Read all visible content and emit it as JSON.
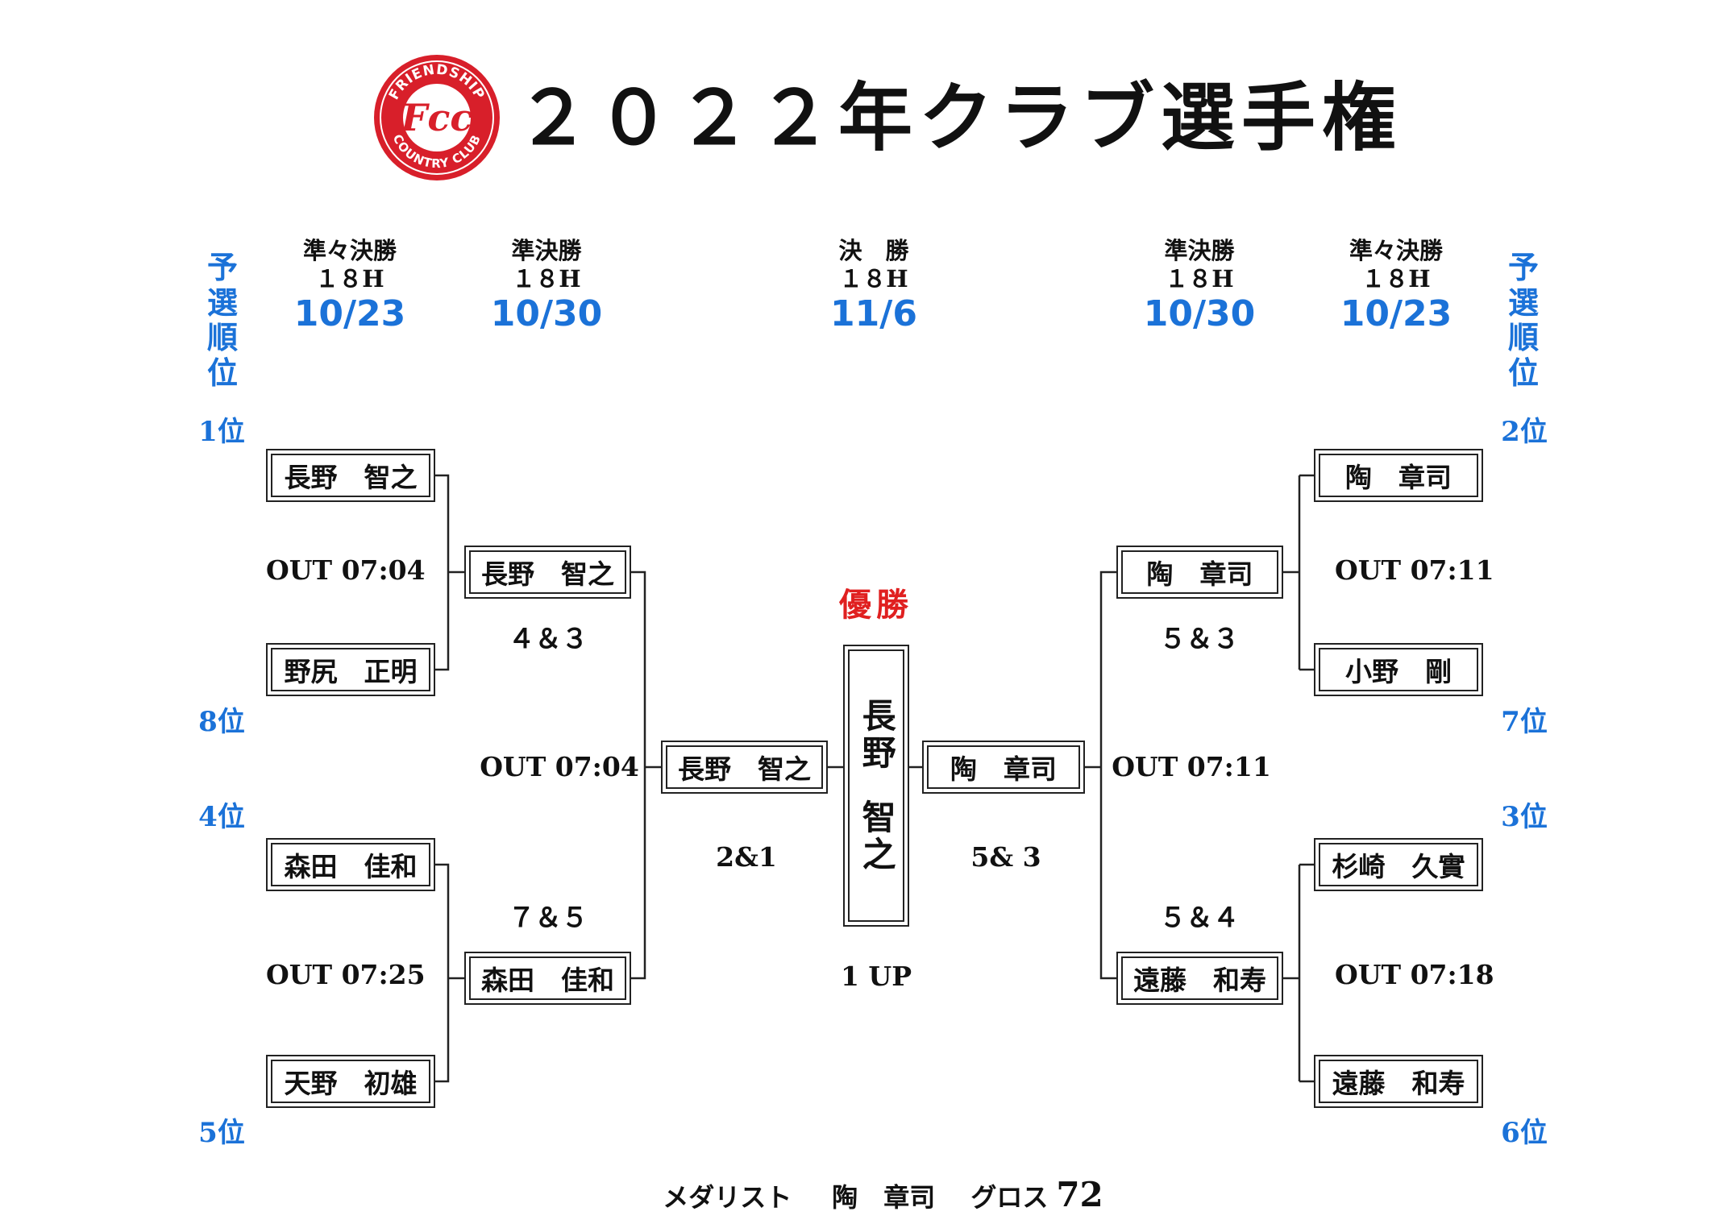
{
  "header": {
    "title": "２０２２年クラブ選手権",
    "logo_text": "FRIENDSHIP COUNTRY CLUB"
  },
  "colors": {
    "accent_blue": "#1b72d8",
    "winner_red": "#e02020",
    "line": "#222222"
  },
  "rounds": {
    "left_qf": {
      "name": "準々決勝",
      "holes": "１８H",
      "date": "10/23"
    },
    "left_sf": {
      "name": "準決勝",
      "holes": "１８H",
      "date": "10/30"
    },
    "final": {
      "name": "決　勝",
      "holes": "１８H",
      "date": "11/6"
    },
    "right_sf": {
      "name": "準決勝",
      "holes": "１８H",
      "date": "10/30"
    },
    "right_qf": {
      "name": "準々決勝",
      "holes": "１８H",
      "date": "10/23"
    }
  },
  "side_label": "予選順位",
  "left": {
    "ranks": [
      "1位",
      "8位",
      "4位",
      "5位"
    ],
    "players": [
      "長野　智之",
      "野尻　正明",
      "森田　佳和",
      "天野　初雄"
    ],
    "tee_times": [
      "OUT 07:04",
      "OUT 07:25"
    ],
    "sf_players": [
      "長野　智之",
      "森田　佳和"
    ],
    "sf_scores": [
      "４＆３",
      "７＆５"
    ],
    "sf_tee_time": "OUT 07:04",
    "finalist": "長野　智之",
    "final_score": "2&1"
  },
  "right": {
    "ranks": [
      "2位",
      "7位",
      "3位",
      "6位"
    ],
    "players": [
      "陶　章司",
      "小野　剛",
      "杉崎　久實",
      "遠藤　和寿"
    ],
    "tee_times": [
      "OUT 07:11",
      "OUT 07:18"
    ],
    "sf_players": [
      "陶　章司",
      "遠藤　和寿"
    ],
    "sf_scores": [
      "５＆３",
      "５＆４"
    ],
    "sf_tee_time": "OUT 07:11",
    "finalist": "陶　章司",
    "final_score": "5& 3"
  },
  "champion": {
    "label": "優勝",
    "name_line1": "長野",
    "name_line2": "智之",
    "final_result": "1 UP"
  },
  "medalist": {
    "label": "メダリスト",
    "name": "陶　章司",
    "gross_label": "グロス",
    "gross": "72"
  }
}
